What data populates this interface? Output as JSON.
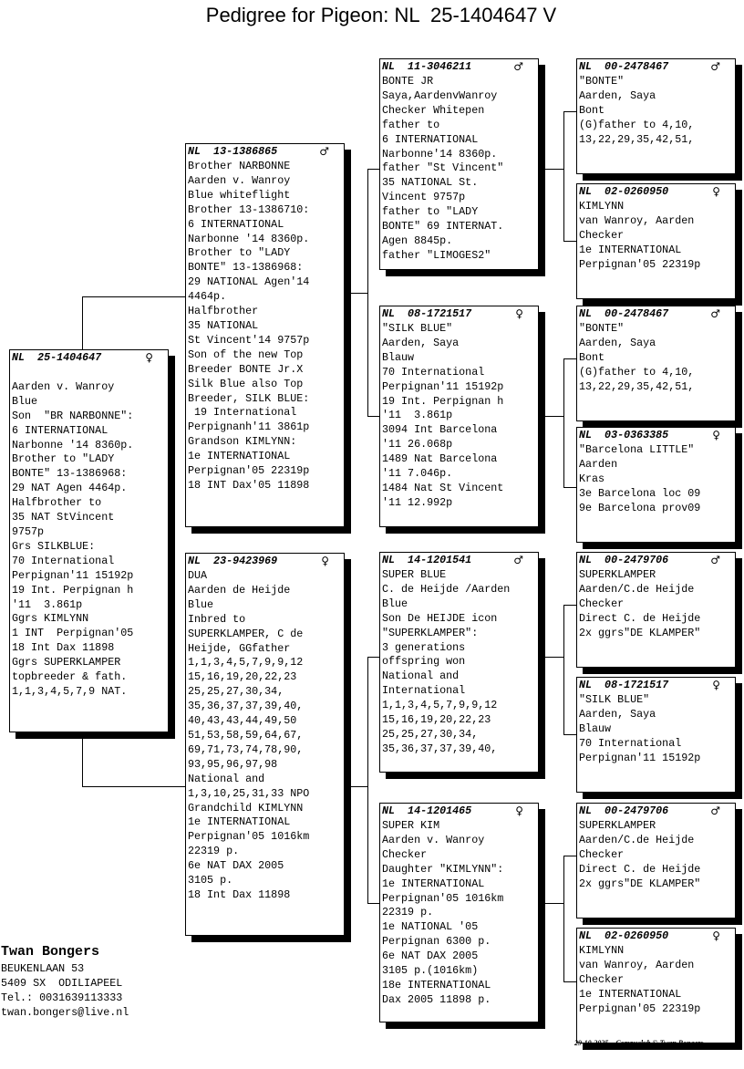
{
  "title": "Pedigree for Pigeon: NL  25-1404647 V",
  "pigeons": [
    {
      "id": "subject",
      "ring": "NL  25-1404647",
      "sex": "♀",
      "blank_first": true,
      "lines": [
        "Aarden v. Wanroy",
        "Blue",
        "Son  \"BR NARBONNE\":",
        "6 INTERNATIONAL",
        "Narbonne '14 8360p.",
        "Brother to \"LADY",
        "BONTE\" 13-1386968:",
        "29 NAT Agen 4464p.",
        "Halfbrother to",
        "35 NAT StVincent",
        "9757p",
        "Grs SILKBLUE:",
        "70 International",
        "Perpignan'11 15192p",
        "19 Int. Perpignan h",
        "'11  3.861p",
        "Ggrs KIMLYNN",
        "1 INT  Perpignan'05",
        "18 Int Dax 11898",
        "Ggrs SUPERKLAMPER",
        "topbreeder & fath.",
        "1,1,3,4,5,7,9 NAT."
      ]
    },
    {
      "id": "sire",
      "ring": "NL  13-1386865",
      "sex": "♂",
      "lines": [
        "Brother NARBONNE",
        "Aarden v. Wanroy",
        "Blue whiteflight",
        "Brother 13-1386710:",
        "6 INTERNATIONAL",
        "Narbonne '14 8360p.",
        "Brother to \"LADY",
        "BONTE\" 13-1386968:",
        "29 NATIONAL Agen'14",
        "4464p.",
        "Halfbrother",
        "35 NATIONAL",
        "St Vincent'14 9757p",
        "Son of the new Top",
        "Breeder BONTE Jr.X",
        "Silk Blue also Top",
        "Breeder, SILK BLUE:",
        " 19 International",
        "Perpignanh'11 3861p",
        "Grandson KIMLYNN:",
        "1e INTERNATIONAL",
        "Perpignan'05 22319p",
        "18 INT Dax'05 11898"
      ]
    },
    {
      "id": "dam",
      "ring": "NL  23-9423969",
      "sex": "♀",
      "lines": [
        "DUA",
        "Aarden de Heijde",
        "Blue",
        "Inbred to",
        "SUPERKLAMPER, C de",
        "Heijde, GGfather",
        "1,1,3,4,5,7,9,9,12",
        "15,16,19,20,22,23",
        "25,25,27,30,34,",
        "35,36,37,37,39,40,",
        "40,43,43,44,49,50",
        "51,53,58,59,64,67,",
        "69,71,73,74,78,90,",
        "93,95,96,97,98",
        "National and",
        "1,3,10,25,31,33 NPO",
        "Grandchild KIMLYNN",
        "1e INTERNATIONAL",
        "Perpignan'05 1016km",
        "22319 p.",
        "6e NAT DAX 2005",
        "3105 p.",
        "18 Int Dax 11898"
      ]
    },
    {
      "id": "ss",
      "ring": "NL  11-3046211",
      "sex": "♂",
      "lines": [
        "BONTE JR",
        "Saya,AardenvWanroy",
        "Checker Whitepen",
        "father to",
        "6 INTERNATIONAL",
        "Narbonne'14 8360p.",
        "father \"St Vincent\"",
        "35 NATIONAL St.",
        "Vincent 9757p",
        "father to \"LADY",
        "BONTE\" 69 INTERNAT.",
        "Agen 8845p.",
        "father \"LIMOGES2\""
      ]
    },
    {
      "id": "sd",
      "ring": "NL  08-1721517",
      "sex": "♀",
      "lines": [
        "\"SILK BLUE\"",
        "Aarden, Saya",
        "Blauw",
        "70 International",
        "Perpignan'11 15192p",
        "19 Int. Perpignan h",
        "'11  3.861p",
        "3094 Int Barcelona",
        "'11 26.068p",
        "1489 Nat Barcelona",
        "'11 7.046p.",
        "1484 Nat St Vincent",
        "'11 12.992p"
      ]
    },
    {
      "id": "ds",
      "ring": "NL  14-1201541",
      "sex": "♂",
      "lines": [
        "SUPER BLUE",
        "C. de Heijde /Aarden",
        "Blue",
        "Son De HEIJDE icon",
        "\"SUPERKLAMPER\":",
        "3 generations",
        "offspring won",
        "National and",
        "International",
        "1,1,3,4,5,7,9,9,12",
        "15,16,19,20,22,23",
        "25,25,27,30,34,",
        "35,36,37,37,39,40,"
      ]
    },
    {
      "id": "dd",
      "ring": "NL  14-1201465",
      "sex": "♀",
      "lines": [
        "SUPER KIM",
        "Aarden v. Wanroy",
        "Checker",
        "Daughter \"KIMLYNN\":",
        "1e INTERNATIONAL",
        "Perpignan'05 1016km",
        "22319 p.",
        "1e NATIONAL '05",
        "Perpignan 6300 p.",
        "6e NAT DAX 2005",
        "3105 p.(1016km)",
        "18e INTERNATIONAL",
        "Dax 2005 11898 p."
      ]
    },
    {
      "id": "sss",
      "ring": "NL  00-2478467",
      "sex": "♂",
      "lines": [
        "\"BONTE\"",
        "Aarden, Saya",
        "Bont",
        "(G)father to 4,10,",
        "13,22,29,35,42,51,"
      ]
    },
    {
      "id": "ssd",
      "ring": "NL  02-0260950",
      "sex": "♀",
      "lines": [
        "KIMLYNN",
        "van Wanroy, Aarden",
        "Checker",
        "1e INTERNATIONAL",
        "Perpignan'05 22319p"
      ]
    },
    {
      "id": "sds",
      "ring": "NL  00-2478467",
      "sex": "♂",
      "lines": [
        "\"BONTE\"",
        "Aarden, Saya",
        "Bont",
        "(G)father to 4,10,",
        "13,22,29,35,42,51,"
      ]
    },
    {
      "id": "sdd",
      "ring": "NL  03-0363385",
      "sex": "♀",
      "lines": [
        "\"Barcelona LITTLE\"",
        "Aarden",
        "Kras",
        "3e Barcelona loc 09",
        "9e Barcelona prov09"
      ]
    },
    {
      "id": "dss",
      "ring": "NL  00-2479706",
      "sex": "♂",
      "lines": [
        "SUPERKLAMPER",
        "Aarden/C.de Heijde",
        "Checker",
        "Direct C. de Heijde",
        "2x ggrs\"DE KLAMPER\""
      ]
    },
    {
      "id": "dsd",
      "ring": "NL  08-1721517",
      "sex": "♀",
      "lines": [
        "\"SILK BLUE\"",
        "Aarden, Saya",
        "Blauw",
        "70 International",
        "Perpignan'11 15192p"
      ]
    },
    {
      "id": "dds",
      "ring": "NL  00-2479706",
      "sex": "♂",
      "lines": [
        "SUPERKLAMPER",
        "Aarden/C.de Heijde",
        "Checker",
        "Direct C. de Heijde",
        "2x ggrs\"DE KLAMPER\""
      ]
    },
    {
      "id": "ddd",
      "ring": "NL  02-0260950",
      "sex": "♀",
      "lines": [
        "KIMLYNN",
        "van Wanroy, Aarden",
        "Checker",
        "1e INTERNATIONAL",
        "Perpignan'05 22319p"
      ]
    }
  ],
  "breeder": {
    "name": "Twan Bongers",
    "address": "BEUKENLAAN 53",
    "city": "5409 SX  ODILIAPEEL",
    "phone": "Tel.: 0031639113333",
    "email": "twan.bongers@live.nl"
  },
  "footer": {
    "date": "29-10-2025",
    "credit": "Compuclub © Twan Bongers"
  }
}
